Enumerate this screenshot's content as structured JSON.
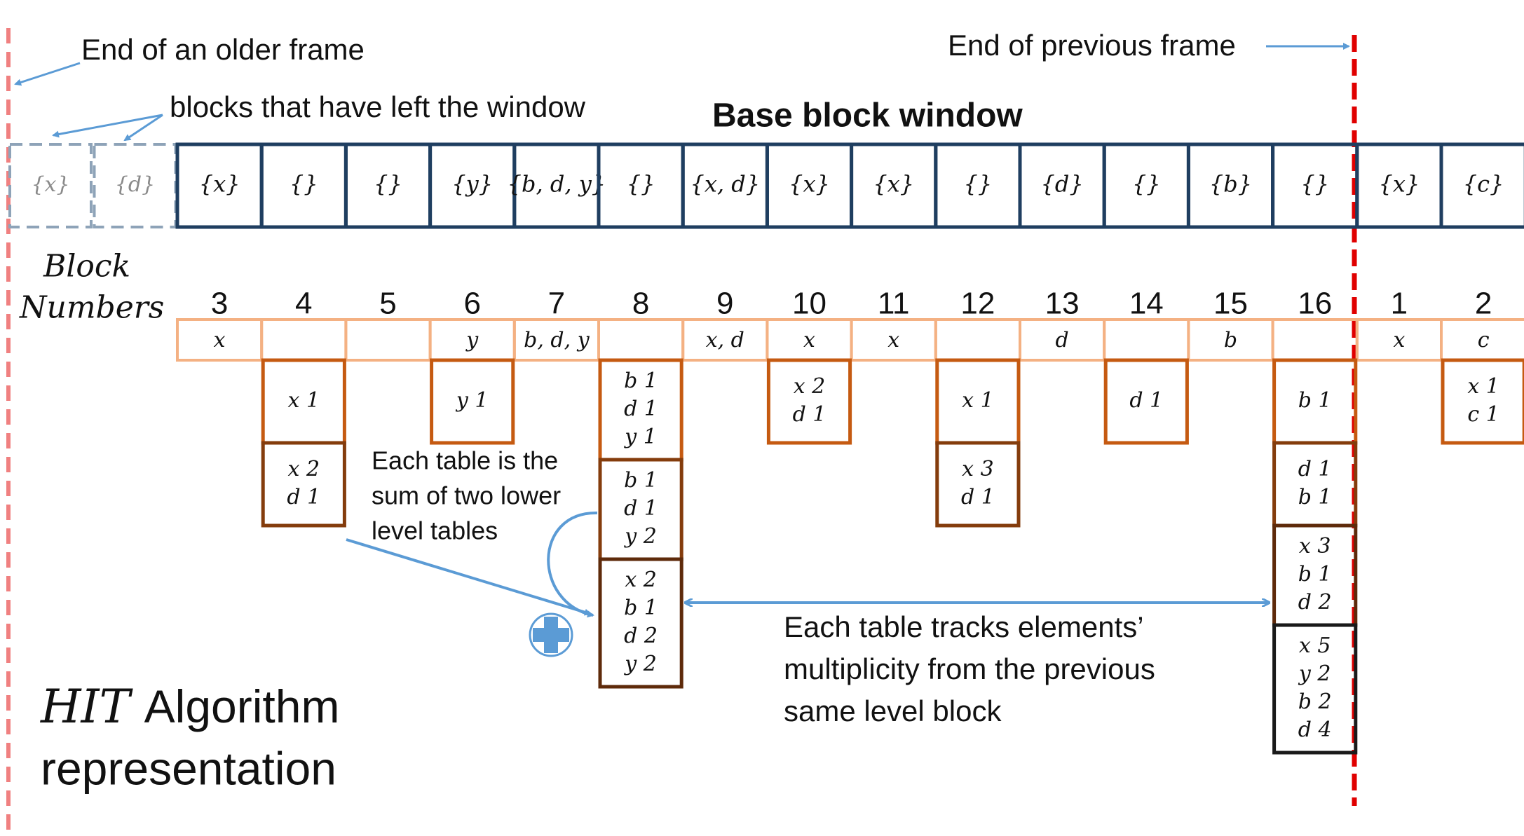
{
  "labels": {
    "older_frame": "End of an older frame",
    "previous_frame": "End of previous frame",
    "left_window": "blocks that have left the window",
    "window_title": "Base block window",
    "block_numbers": [
      "Block",
      "Numbers"
    ],
    "sum_note": [
      "Each table is the",
      "sum of two lower",
      "level tables"
    ],
    "track_note": [
      "Each table tracks elements’",
      "multiplicity from the previous",
      "same level block"
    ],
    "title_italic": "HIT",
    "title_rest": "Algorithm",
    "title_line2": "representation"
  },
  "left_blocks": [
    "{x}",
    "{d}"
  ],
  "blocks": [
    {
      "number": "3",
      "set": "{x}",
      "elements": "x",
      "tables": []
    },
    {
      "number": "4",
      "set": "{}",
      "elements": "",
      "tables": [
        [
          "x 1"
        ],
        [
          "x 2",
          "d 1"
        ]
      ]
    },
    {
      "number": "5",
      "set": "{}",
      "elements": "",
      "tables": []
    },
    {
      "number": "6",
      "set": "{y}",
      "elements": "y",
      "tables": [
        [
          "y 1"
        ]
      ]
    },
    {
      "number": "7",
      "set": "{b, d, y}",
      "elements": "b, d, y",
      "tables": []
    },
    {
      "number": "8",
      "set": "{}",
      "elements": "",
      "tables": [
        [
          "b 1",
          "d 1",
          "y 1"
        ],
        [
          "b 1",
          "d 1",
          "y 2"
        ],
        [
          "x 2",
          "b 1",
          "d 2",
          "y 2"
        ]
      ]
    },
    {
      "number": "9",
      "set": "{x, d}",
      "elements": "x, d",
      "tables": []
    },
    {
      "number": "10",
      "set": "{x}",
      "elements": "x",
      "tables": [
        [
          "x 2",
          "d 1"
        ]
      ]
    },
    {
      "number": "11",
      "set": "{x}",
      "elements": "x",
      "tables": []
    },
    {
      "number": "12",
      "set": "{}",
      "elements": "",
      "tables": [
        [
          "x 1"
        ],
        [
          "x 3",
          "d 1"
        ]
      ]
    },
    {
      "number": "13",
      "set": "{d}",
      "elements": "d",
      "tables": []
    },
    {
      "number": "14",
      "set": "{}",
      "elements": "",
      "tables": [
        [
          "d 1"
        ]
      ]
    },
    {
      "number": "15",
      "set": "{b}",
      "elements": "b",
      "tables": []
    },
    {
      "number": "16",
      "set": "{}",
      "elements": "",
      "tables": [
        [
          "b 1"
        ],
        [
          "d 1",
          "b 1"
        ],
        [
          "x 3",
          "b 1",
          "d 2"
        ],
        [
          "x 5",
          "y 2",
          "b 2",
          "d 4"
        ]
      ]
    },
    {
      "number": "1",
      "set": "{x}",
      "elements": "x",
      "tables": []
    },
    {
      "number": "2",
      "set": "{c}",
      "elements": "c",
      "tables": [
        [
          "x 1",
          "c 1"
        ]
      ]
    }
  ],
  "colors": {
    "window_border": "#1f3e60",
    "left_border": "#8ea3b8",
    "left_text": "#8a8a8a",
    "strip_border": "#f4b183",
    "table_border_1": "#c55a11",
    "table_border_2": "#843c0c",
    "table_border_3": "#5e2a0a",
    "table_border_4": "#1a1a1a",
    "arrow": "#5b9bd5",
    "older_frame_line": "#f08080",
    "previous_frame_line": "#e00000",
    "plus_fill": "#5b9bd5"
  }
}
